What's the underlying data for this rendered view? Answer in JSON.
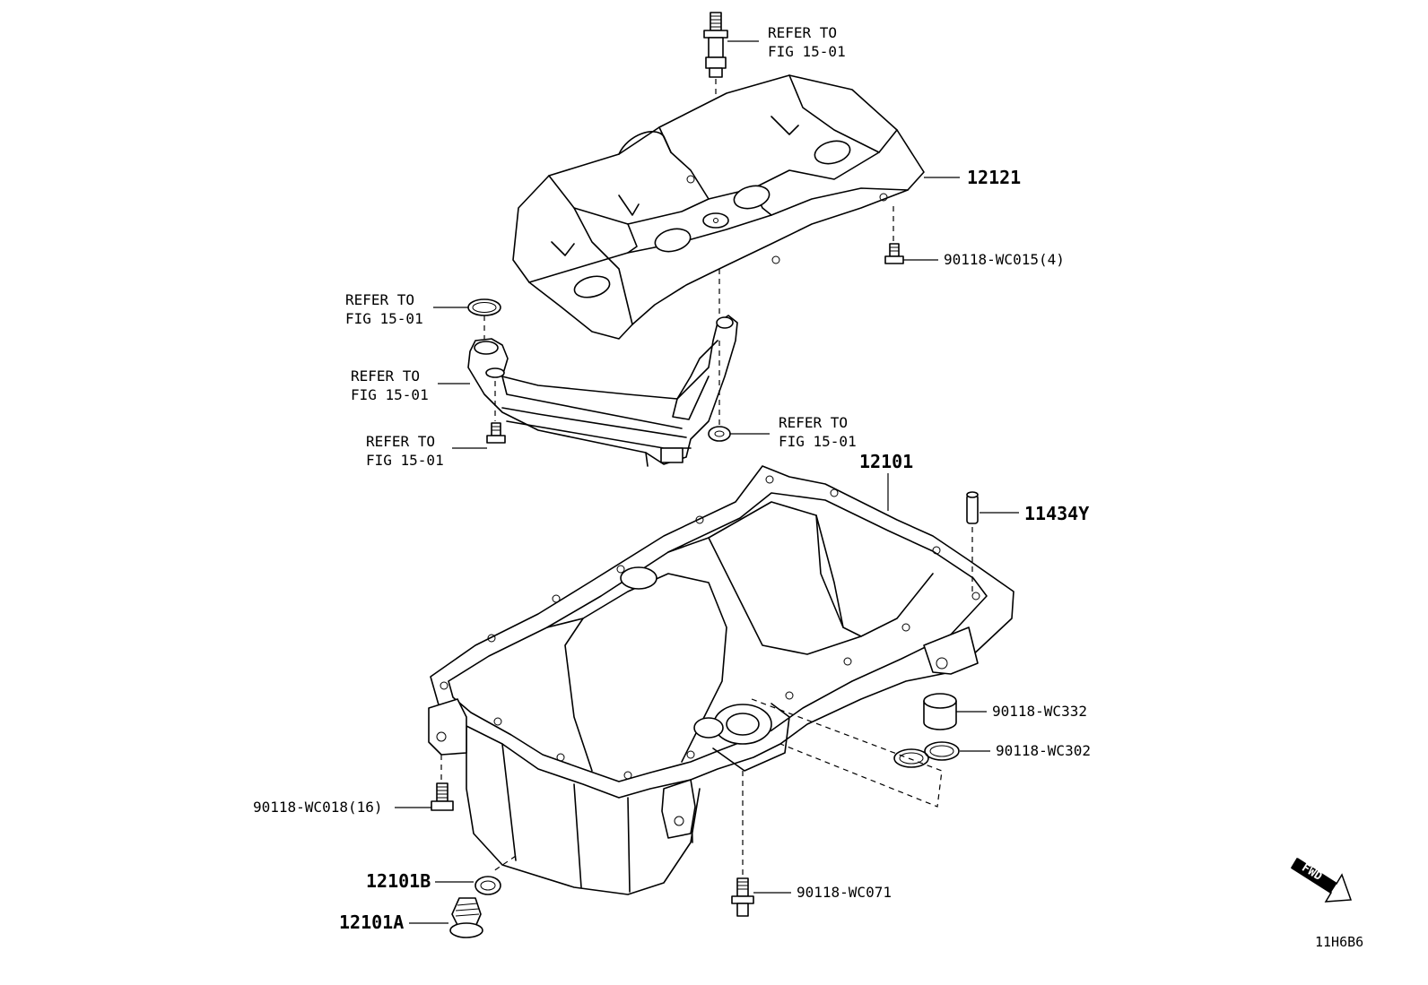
{
  "diagram": {
    "labels": {
      "refer_top": [
        "REFER TO",
        "FIG 15-01"
      ],
      "refer_oring": [
        "REFER TO",
        "FIG 15-01"
      ],
      "refer_strainer": [
        "REFER TO",
        "FIG 15-01"
      ],
      "refer_bolt": [
        "REFER TO",
        "FIG 15-01"
      ],
      "refer_grommet": [
        "REFER TO",
        "FIG 15-01"
      ],
      "baffle": "12121",
      "baffle_bolt": "90118-WC015(4)",
      "oil_pan": "12101",
      "pin": "11434Y",
      "cap": "90118-WC332",
      "seal": "90118-WC302",
      "pan_bolt": "90118-WC018(16)",
      "gasket": "12101B",
      "drain_plug": "12101A",
      "stud": "90118-WC071",
      "fwd": "FWD",
      "figure_code": "11H6B6"
    }
  }
}
